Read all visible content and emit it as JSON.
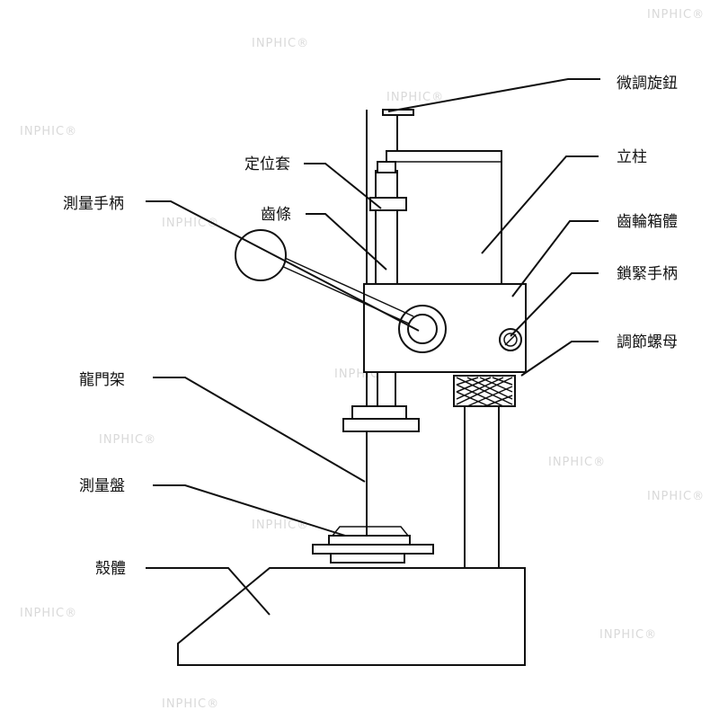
{
  "labels": {
    "fine_adjust_knob": "微調旋鈕",
    "positioning_sleeve": "定位套",
    "measuring_handle": "測量手柄",
    "rack": "齒條",
    "column": "立柱",
    "gearbox": "齒輪箱體",
    "lock_handle": "鎖緊手柄",
    "adjust_nut": "調節螺母",
    "gantry": "龍門架",
    "measuring_plate": "測量盤",
    "housing": "殼體"
  },
  "watermark": "INPHIC®",
  "colors": {
    "line": "#111111",
    "watermark": "#d9d9d9",
    "background": "#ffffff"
  }
}
